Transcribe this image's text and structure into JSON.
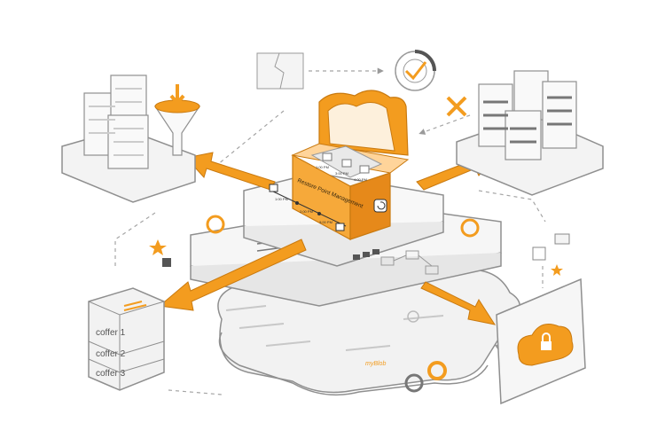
{
  "box": {
    "title": "Restore Point Management",
    "times": [
      "1:00 PM",
      "3:00 PM",
      "4:00 PM"
    ],
    "timeline": [
      "1:00 PM",
      "2:00 PM",
      "3:00 PM"
    ]
  },
  "coffers": [
    "coffer 1",
    "coffer 2",
    "coffer 3"
  ],
  "brand": "myBlob",
  "colors": {
    "accent": "#f39c1f",
    "accent_dark": "#d9820f",
    "line": "#9a9a9a",
    "panel": "#f4f4f4"
  }
}
